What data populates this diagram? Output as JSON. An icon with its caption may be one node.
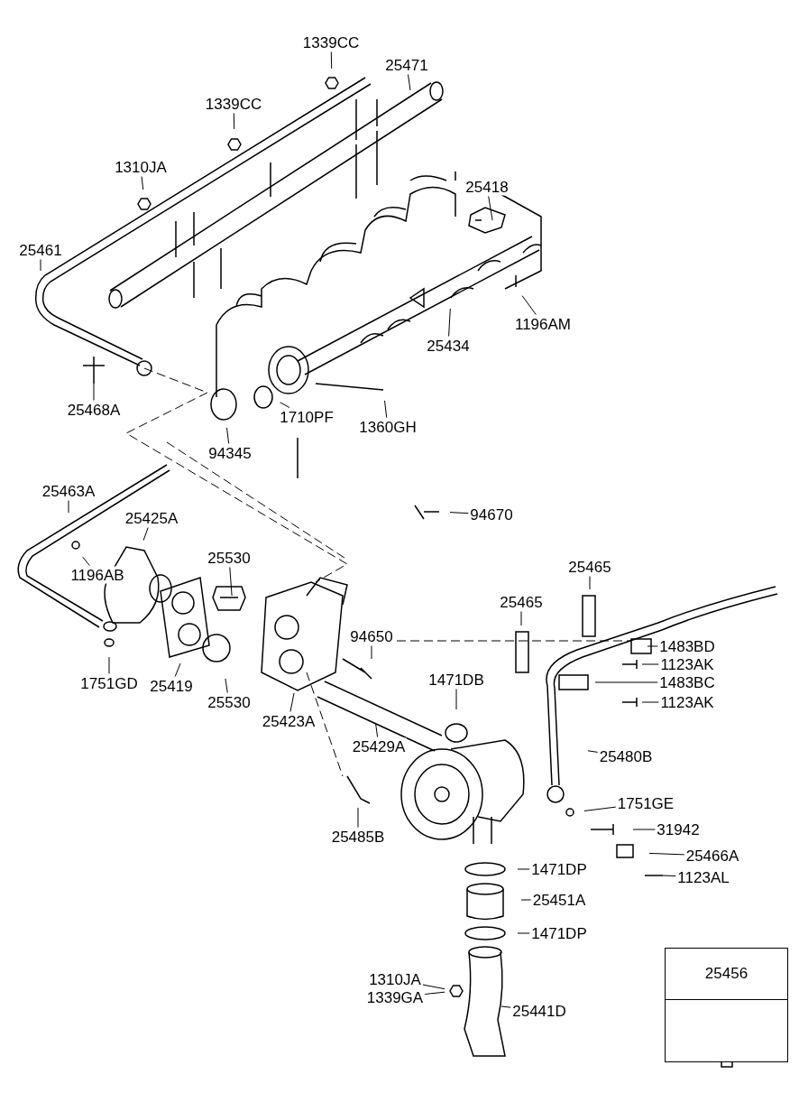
{
  "diagram": {
    "nodes": [
      {
        "text": [
          "1339CC"
        ]
      },
      {
        "text": [
          "25471"
        ]
      },
      {
        "text": [
          "1339CC"
        ]
      },
      {
        "text": [
          "1310JA"
        ]
      },
      {
        "text": [
          "25418"
        ]
      },
      {
        "text": [
          "25461"
        ]
      },
      {
        "text": [
          "1196AM"
        ]
      },
      {
        "text": [
          "25434"
        ]
      },
      {
        "text": [
          "25468A"
        ]
      },
      {
        "text": [
          "1710PF"
        ]
      },
      {
        "text": [
          "1360GH"
        ]
      },
      {
        "text": [
          "94345"
        ]
      },
      {
        "text": [
          "25463A"
        ]
      },
      {
        "text": [
          "25425A"
        ]
      },
      {
        "text": [
          "94670"
        ]
      },
      {
        "text": [
          "25530"
        ]
      },
      {
        "text": [
          "25465"
        ]
      },
      {
        "text": [
          "1196AB"
        ]
      },
      {
        "text": [
          "25465"
        ]
      },
      {
        "text": [
          "94650"
        ]
      },
      {
        "text": [
          "1483BD"
        ]
      },
      {
        "text": [
          "1123AK"
        ]
      },
      {
        "text": [
          "1751GD"
        ]
      },
      {
        "text": [
          "1483BC"
        ]
      },
      {
        "text": [
          "25419"
        ]
      },
      {
        "text": [
          "1471DB"
        ]
      },
      {
        "text": [
          "1123AK"
        ]
      },
      {
        "text": [
          "25530"
        ]
      },
      {
        "text": [
          "25423A"
        ]
      },
      {
        "text": [
          "25429A"
        ]
      },
      {
        "text": [
          "25480B"
        ]
      },
      {
        "text": [
          "1751GE"
        ]
      },
      {
        "text": [
          "31942"
        ]
      },
      {
        "text": [
          "25485B"
        ]
      },
      {
        "text": [
          "25466A"
        ]
      },
      {
        "text": [
          "1471DP"
        ]
      },
      {
        "text": [
          "1123AL"
        ]
      },
      {
        "text": [
          "25451A"
        ]
      },
      {
        "text": [
          "1471DP"
        ]
      },
      {
        "text": [
          "1310JA"
        ]
      },
      {
        "text": [
          "1339GA"
        ]
      },
      {
        "text": [
          "25441D"
        ]
      },
      {
        "text": [
          "25456"
        ]
      }
    ],
    "edges": [
      {
        "from": 0,
        "to": null,
        "arrow": "none"
      },
      {
        "from": 1,
        "to": null,
        "arrow": "none"
      },
      {
        "from": 2,
        "to": null,
        "arrow": "none"
      },
      {
        "from": 3,
        "to": null,
        "arrow": "none"
      },
      {
        "from": 4,
        "to": null,
        "arrow": "none"
      },
      {
        "from": 5,
        "to": null,
        "arrow": "none"
      },
      {
        "from": 6,
        "to": null,
        "arrow": "none"
      },
      {
        "from": 7,
        "to": null,
        "arrow": "none"
      },
      {
        "from": 8,
        "to": null,
        "arrow": "none"
      },
      {
        "from": 9,
        "to": null,
        "arrow": "none"
      },
      {
        "from": 10,
        "to": null,
        "arrow": "none"
      },
      {
        "from": 11,
        "to": null,
        "arrow": "none"
      },
      {
        "from": 12,
        "to": null,
        "arrow": "none"
      },
      {
        "from": 13,
        "to": null,
        "arrow": "none"
      },
      {
        "from": 14,
        "to": null,
        "arrow": "none"
      },
      {
        "from": 15,
        "to": null,
        "arrow": "none"
      },
      {
        "from": 16,
        "to": null,
        "arrow": "none"
      },
      {
        "from": 17,
        "to": null,
        "arrow": "none"
      },
      {
        "from": 18,
        "to": null,
        "arrow": "none"
      },
      {
        "from": 19,
        "to": null,
        "arrow": "none"
      },
      {
        "from": 20,
        "to": null,
        "arrow": "none"
      },
      {
        "from": 21,
        "to": null,
        "arrow": "none"
      },
      {
        "from": 22,
        "to": null,
        "arrow": "none"
      },
      {
        "from": 23,
        "to": null,
        "arrow": "none"
      },
      {
        "from": 24,
        "to": null,
        "arrow": "none"
      },
      {
        "from": 25,
        "to": null,
        "arrow": "none"
      },
      {
        "from": 26,
        "to": null,
        "arrow": "none"
      },
      {
        "from": 27,
        "to": null,
        "arrow": "none"
      },
      {
        "from": 28,
        "to": null,
        "arrow": "none"
      },
      {
        "from": 29,
        "to": null,
        "arrow": "none"
      },
      {
        "from": 30,
        "to": null,
        "arrow": "none"
      },
      {
        "from": 31,
        "to": null,
        "arrow": "none"
      },
      {
        "from": 32,
        "to": null,
        "arrow": "none"
      },
      {
        "from": 33,
        "to": null,
        "arrow": "none"
      },
      {
        "from": 34,
        "to": null,
        "arrow": "none"
      },
      {
        "from": 35,
        "to": null,
        "arrow": "none"
      },
      {
        "from": 36,
        "to": null,
        "arrow": "none"
      },
      {
        "from": 37,
        "to": null,
        "arrow": "none"
      },
      {
        "from": 38,
        "to": null,
        "arrow": "none"
      },
      {
        "from": 39,
        "to": null,
        "arrow": "none"
      },
      {
        "from": 40,
        "to": null,
        "arrow": "none"
      },
      {
        "from": 41,
        "to": null,
        "arrow": "none"
      }
    ]
  }
}
